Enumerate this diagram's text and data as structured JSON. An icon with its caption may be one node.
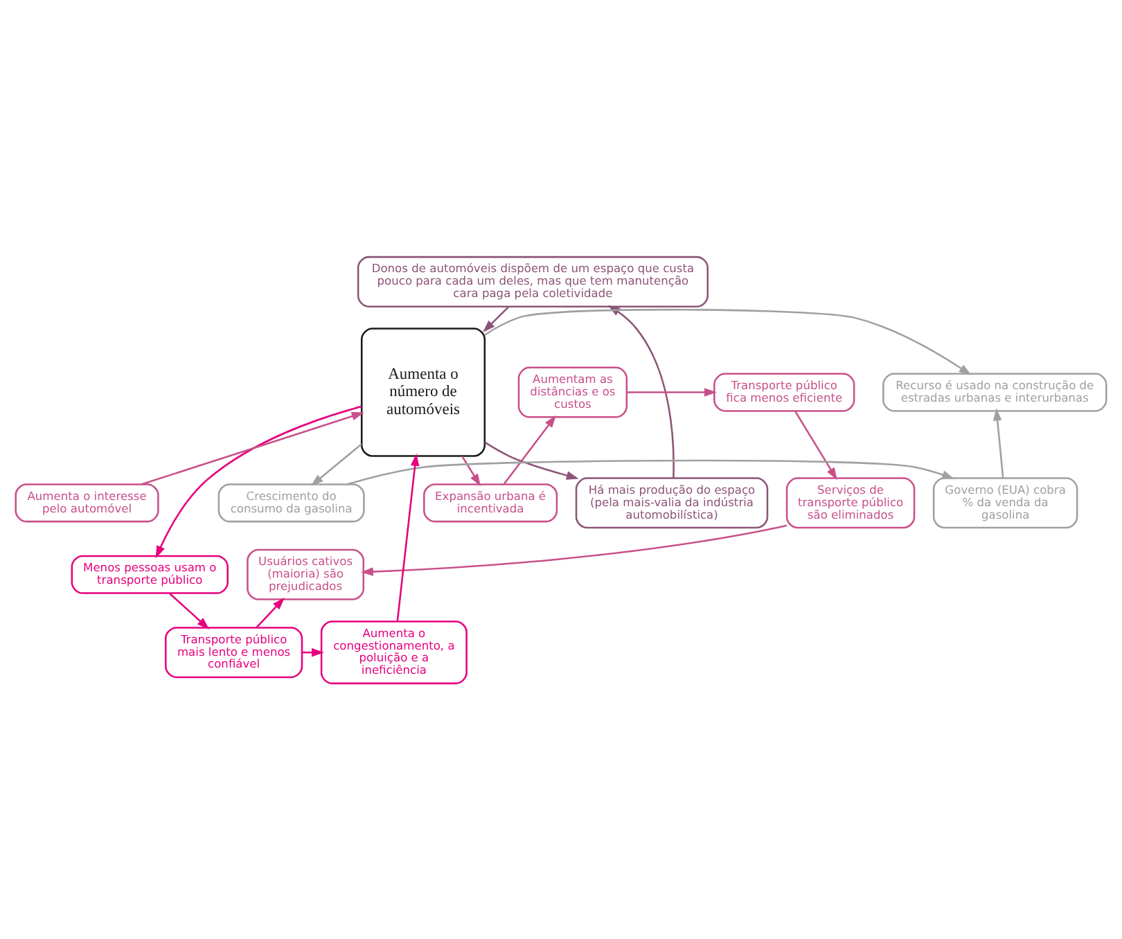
{
  "diagram": {
    "nodes": [
      {
        "text": [
          "Donos de automóveis dispõem de um espaço que custa pouco para cada um deles, mas que tem manutenção cara paga pela coletividade"
        ]
      },
      {
        "text": [
          "Há mais produção do espaço (pela mais-valia da indústria automobilística)"
        ]
      },
      {
        "text": [
          "Expansão urbana é incentivada"
        ]
      },
      {
        "text": [
          "Recurso é usado na construção de estradas urbanas e interurbanas"
        ]
      },
      {
        "text": [
          "Aumenta o número de automóveis"
        ]
      },
      {
        "text": [
          "Aumentam as distâncias e os custos"
        ]
      },
      {
        "text": [
          "Transporte público fica menos eficiente"
        ]
      },
      {
        "text": [
          "Governo (EUA) cobra % da venda da gasolina"
        ]
      },
      {
        "text": [
          "Crescimento do consumo da gasolina"
        ]
      },
      {
        "text": [
          "Aumenta o interesse pelo automóvel"
        ]
      },
      {
        "text": [
          "Serviços de transporte público são eliminados"
        ]
      },
      {
        "text": [
          "Menos pessoas usam o transporte público"
        ]
      },
      {
        "text": [
          "Usuários cativos (maioria) são prejudicados"
        ]
      },
      {
        "text": [
          "Aumenta o congestionamento, a poluição e a ineficiência"
        ]
      },
      {
        "text": [
          "Transporte público mais lento e menos confiável"
        ]
      }
    ],
    "edges": [
      {
        "from": 0,
        "to": 4,
        "arrow": "to",
        "color": "#8c5577"
      },
      {
        "from": 4,
        "to": 1,
        "arrow": "to",
        "color": "#8c5577"
      },
      {
        "from": 1,
        "to": 0,
        "arrow": "to",
        "color": "#8c5577"
      },
      {
        "from": 4,
        "to": 2,
        "arrow": "to",
        "color": "#c8508a"
      },
      {
        "from": 2,
        "to": 5,
        "arrow": "to",
        "color": "#c8508a"
      },
      {
        "from": 5,
        "to": 6,
        "arrow": "to",
        "color": "#c8508a"
      },
      {
        "from": 6,
        "to": 10,
        "arrow": "to",
        "color": "#c8508a"
      },
      {
        "from": 10,
        "to": 12,
        "arrow": "to",
        "color": "#c8508a"
      },
      {
        "from": 9,
        "to": 4,
        "arrow": "to",
        "color": "#c8508a"
      },
      {
        "from": 4,
        "to": 3,
        "arrow": "to",
        "color": "#a0a0a0"
      },
      {
        "from": 7,
        "to": 3,
        "arrow": "to",
        "color": "#a0a0a0"
      },
      {
        "from": 8,
        "to": 7,
        "arrow": "to",
        "color": "#a0a0a0"
      },
      {
        "from": 4,
        "to": 8,
        "arrow": "to",
        "color": "#a0a0a0"
      },
      {
        "from": 4,
        "to": 11,
        "arrow": "to",
        "color": "#e6007e"
      },
      {
        "from": 11,
        "to": 14,
        "arrow": "to",
        "color": "#e6007e"
      },
      {
        "from": 14,
        "to": 13,
        "arrow": "to",
        "color": "#e6007e"
      },
      {
        "from": 13,
        "to": 4,
        "arrow": "to",
        "color": "#e6007e"
      },
      {
        "from": 14,
        "to": 12,
        "arrow": "to",
        "color": "#e6007e"
      }
    ]
  }
}
